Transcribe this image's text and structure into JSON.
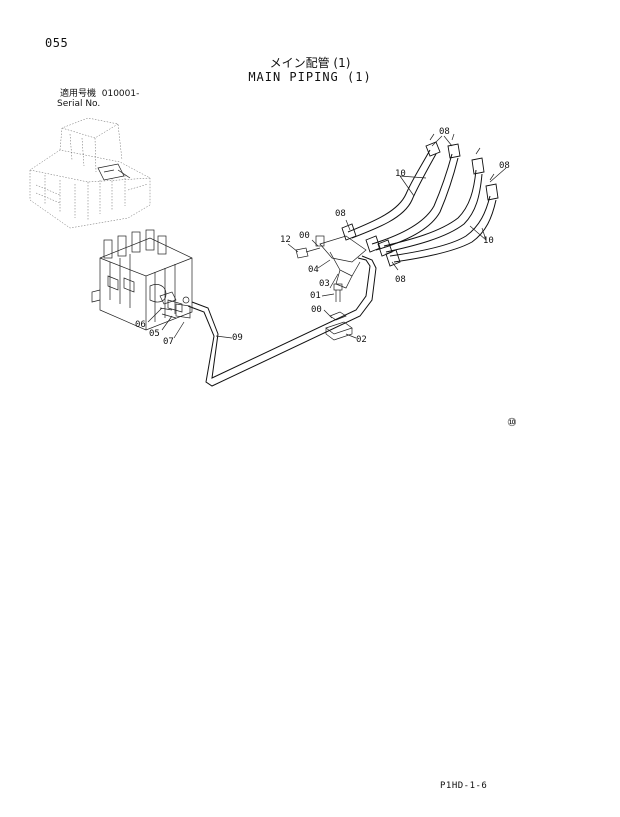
{
  "page_number": "055",
  "title_jp": "メイン配管 (1)",
  "title_en": "MAIN PIPING (1)",
  "serial": {
    "line1_label": "適用号機",
    "line1_value": "010001-",
    "line2": "Serial No."
  },
  "callouts": {
    "c08a": "08",
    "c08b": "08",
    "c08c": "08",
    "c08d": "08",
    "c10a": "10",
    "c10b": "10",
    "c12": "12",
    "c00a": "00",
    "c04": "04",
    "c03": "03",
    "c01": "01",
    "c00b": "00",
    "c02": "02",
    "c09": "09",
    "c06": "06",
    "c05": "05",
    "c07": "07"
  },
  "circle_mark": "⑩",
  "footer_code": "P1HD-1-6"
}
